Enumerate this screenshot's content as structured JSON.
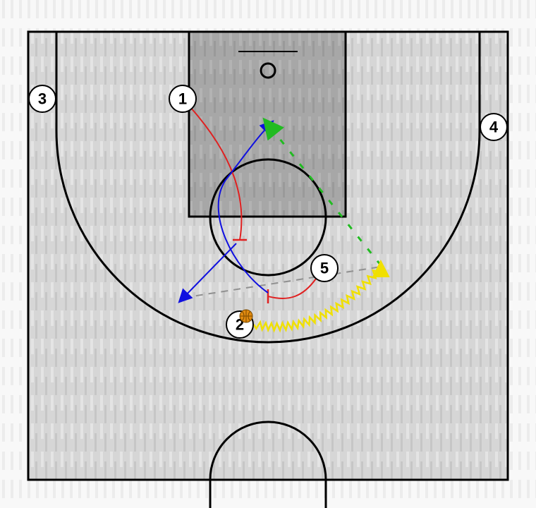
{
  "diagram": {
    "type": "basketball-half-court-play",
    "colors": {
      "floor": "#d4d4d4",
      "paint": "#a6a6a6",
      "lines": "#000000",
      "player_one_path": "#e02020",
      "player_five_path": "#e02020",
      "cut_path": "#1010e0",
      "pass_green": "#22bb22",
      "dribble": "#f0e000",
      "screen_marker": "#e02020",
      "ball": "#e08a10",
      "dashed_guide": "#909090"
    },
    "players": [
      {
        "id": "p1",
        "label": "1"
      },
      {
        "id": "p2",
        "label": "2",
        "has_ball": true
      },
      {
        "id": "p3",
        "label": "3"
      },
      {
        "id": "p4",
        "label": "4"
      },
      {
        "id": "p5",
        "label": "5"
      }
    ],
    "actions": [
      {
        "type": "cut",
        "player": "1",
        "end": "screen",
        "color": "red"
      },
      {
        "type": "cut",
        "player": "5",
        "end": "screen",
        "color": "red"
      },
      {
        "type": "cut",
        "color": "blue",
        "description_shown": false
      },
      {
        "type": "cut",
        "color": "blue",
        "description_shown": false
      },
      {
        "type": "pass",
        "color": "green",
        "style": "dashed"
      },
      {
        "type": "dribble",
        "player": "2",
        "color": "yellow",
        "style": "zigzag"
      },
      {
        "type": "guide",
        "color": "gray",
        "style": "dashed"
      }
    ]
  }
}
